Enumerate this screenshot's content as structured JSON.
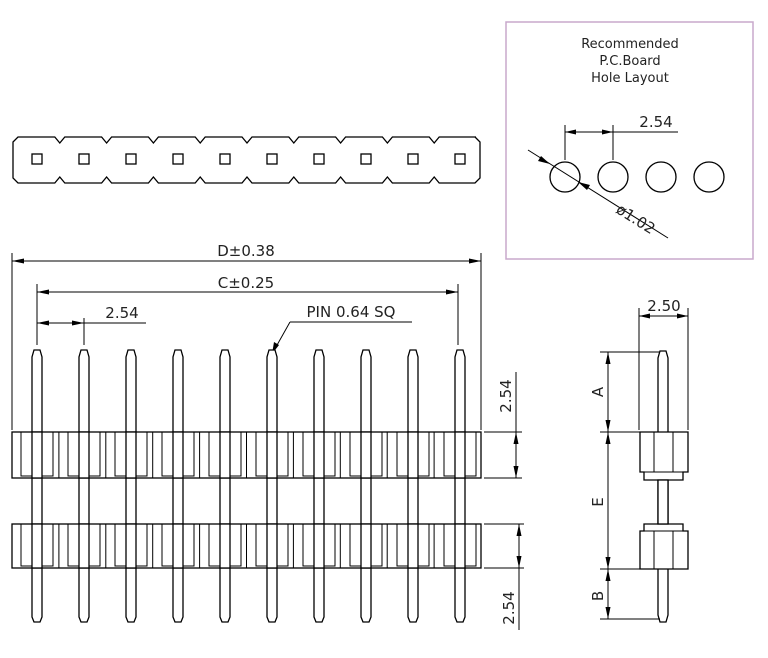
{
  "recommended_layout": {
    "title_line1": "Recommended",
    "title_line2": "P.C.Board",
    "title_line3": "Hole Layout",
    "pitch": "2.54",
    "hole_dia": "ø1.02"
  },
  "front_view": {
    "overall_width": "D±0.38",
    "pin_span": "C±0.25",
    "pitch": "2.54",
    "pin_size": "PIN  0.64  SQ",
    "upper_pin_height": "2.54",
    "lower_pin_height": "2.54"
  },
  "side_view": {
    "depth": "2.50",
    "dim_a": "A",
    "dim_e": "E",
    "dim_b": "B"
  },
  "pin_count": 10,
  "colors": {
    "frame": "#c8a8cc",
    "line": "#000000"
  }
}
